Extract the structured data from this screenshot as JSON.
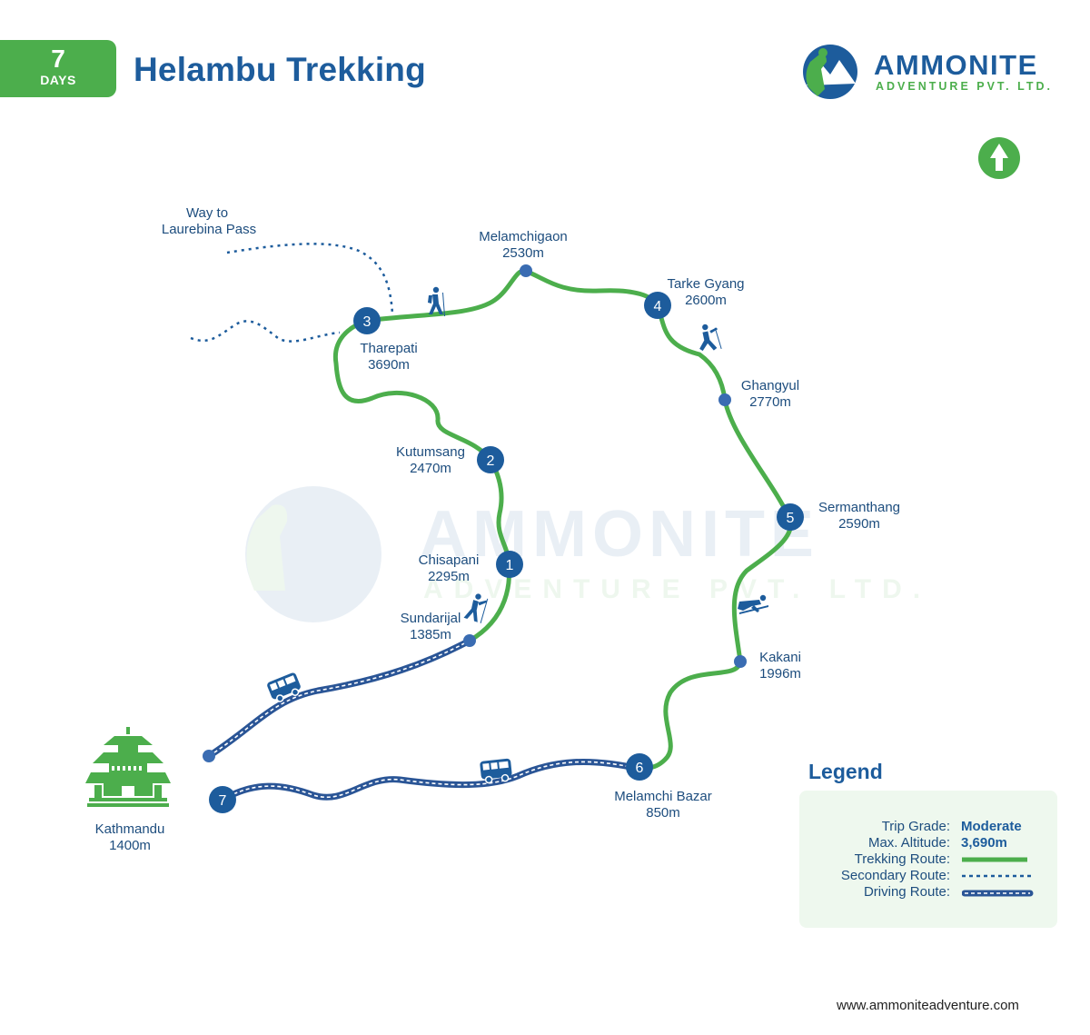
{
  "header": {
    "days_number": "7",
    "days_label": "DAYS",
    "title": "Helambu Trekking"
  },
  "brand": {
    "name": "AMMONITE",
    "tagline": "ADVENTURE PVT. LTD.",
    "colors": {
      "blue": "#1d5c9c",
      "green": "#4cae4c"
    }
  },
  "watermark": {
    "name": "AMMONITE",
    "tagline": "ADVENTURE PVT. LTD."
  },
  "icons": {
    "north": "up-arrow-icon",
    "hiker": "hiker-icon",
    "bus": "bus-icon",
    "temple": "pagoda-temple-icon"
  },
  "map": {
    "way_to_line1": "Way to",
    "way_to_line2": "Laurebina Pass",
    "stops": [
      {
        "num": "1",
        "name": "Chisapani",
        "alt": "2295m"
      },
      {
        "num": "2",
        "name": "Kutumsang",
        "alt": "2470m"
      },
      {
        "num": "3",
        "name": "Tharepati",
        "alt": "3690m"
      },
      {
        "num": "4",
        "name": "Tarke Gyang",
        "alt": "2600m"
      },
      {
        "num": "5",
        "name": "Sermanthang",
        "alt": "2590m"
      },
      {
        "num": "6",
        "name": "Melamchi Bazar",
        "alt": "850m"
      },
      {
        "num": "7",
        "name": "Kathmandu",
        "alt": "1400m"
      }
    ],
    "waypoints": [
      {
        "name": "Melamchigaon",
        "alt": "2530m"
      },
      {
        "name": "Ghangyul",
        "alt": "2770m"
      },
      {
        "name": "Kakani",
        "alt": "1996m"
      },
      {
        "name": "Sundarijal",
        "alt": "1385m"
      }
    ],
    "colors": {
      "trek": "#4cae4c",
      "drive": "#2a5596",
      "marker": "#1d5c9c"
    }
  },
  "legend": {
    "title": "Legend",
    "trip_grade_label": "Trip Grade:",
    "trip_grade_value": "Moderate",
    "max_alt_label": "Max. Altitude:",
    "max_alt_value": "3,690m",
    "trek_label": "Trekking Route:",
    "secondary_label": "Secondary Route:",
    "driving_label": "Driving Route:"
  },
  "footer": {
    "url": "www.ammoniteadventure.com"
  }
}
